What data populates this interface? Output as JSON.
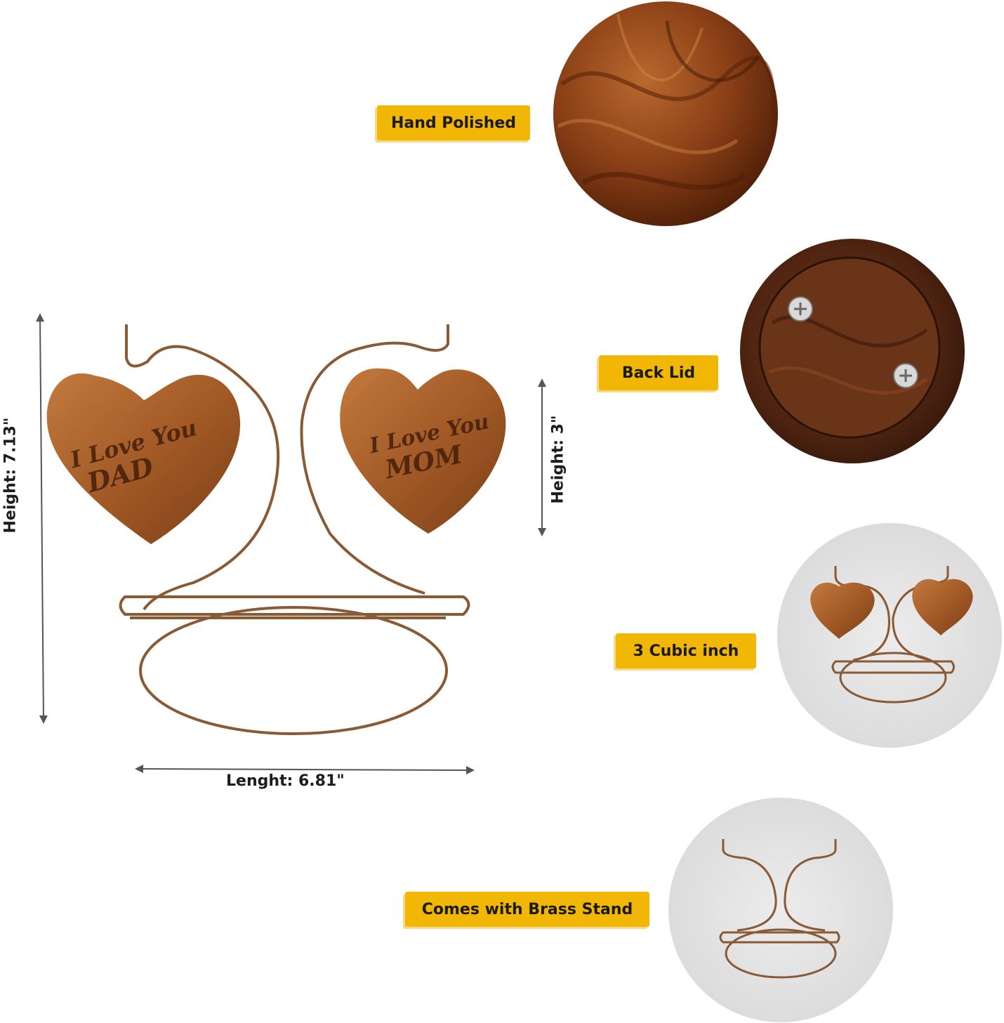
{
  "features": {
    "hand_polished": "Hand Polished",
    "back_lid": "Back  Lid",
    "cubic": "3 Cubic inch",
    "stand": "Comes with Brass Stand"
  },
  "dimensions": {
    "total_height": "Height: 7.13\"",
    "heart_height": "Height: 3\"",
    "length": "Lenght: 6.81\""
  },
  "engravings": {
    "line1": "I Love You",
    "dad": "DAD",
    "mom": "MOM"
  },
  "colors": {
    "tag": "#f2b705",
    "wood": "#8a4a1c",
    "brass": "#8a5a34"
  }
}
